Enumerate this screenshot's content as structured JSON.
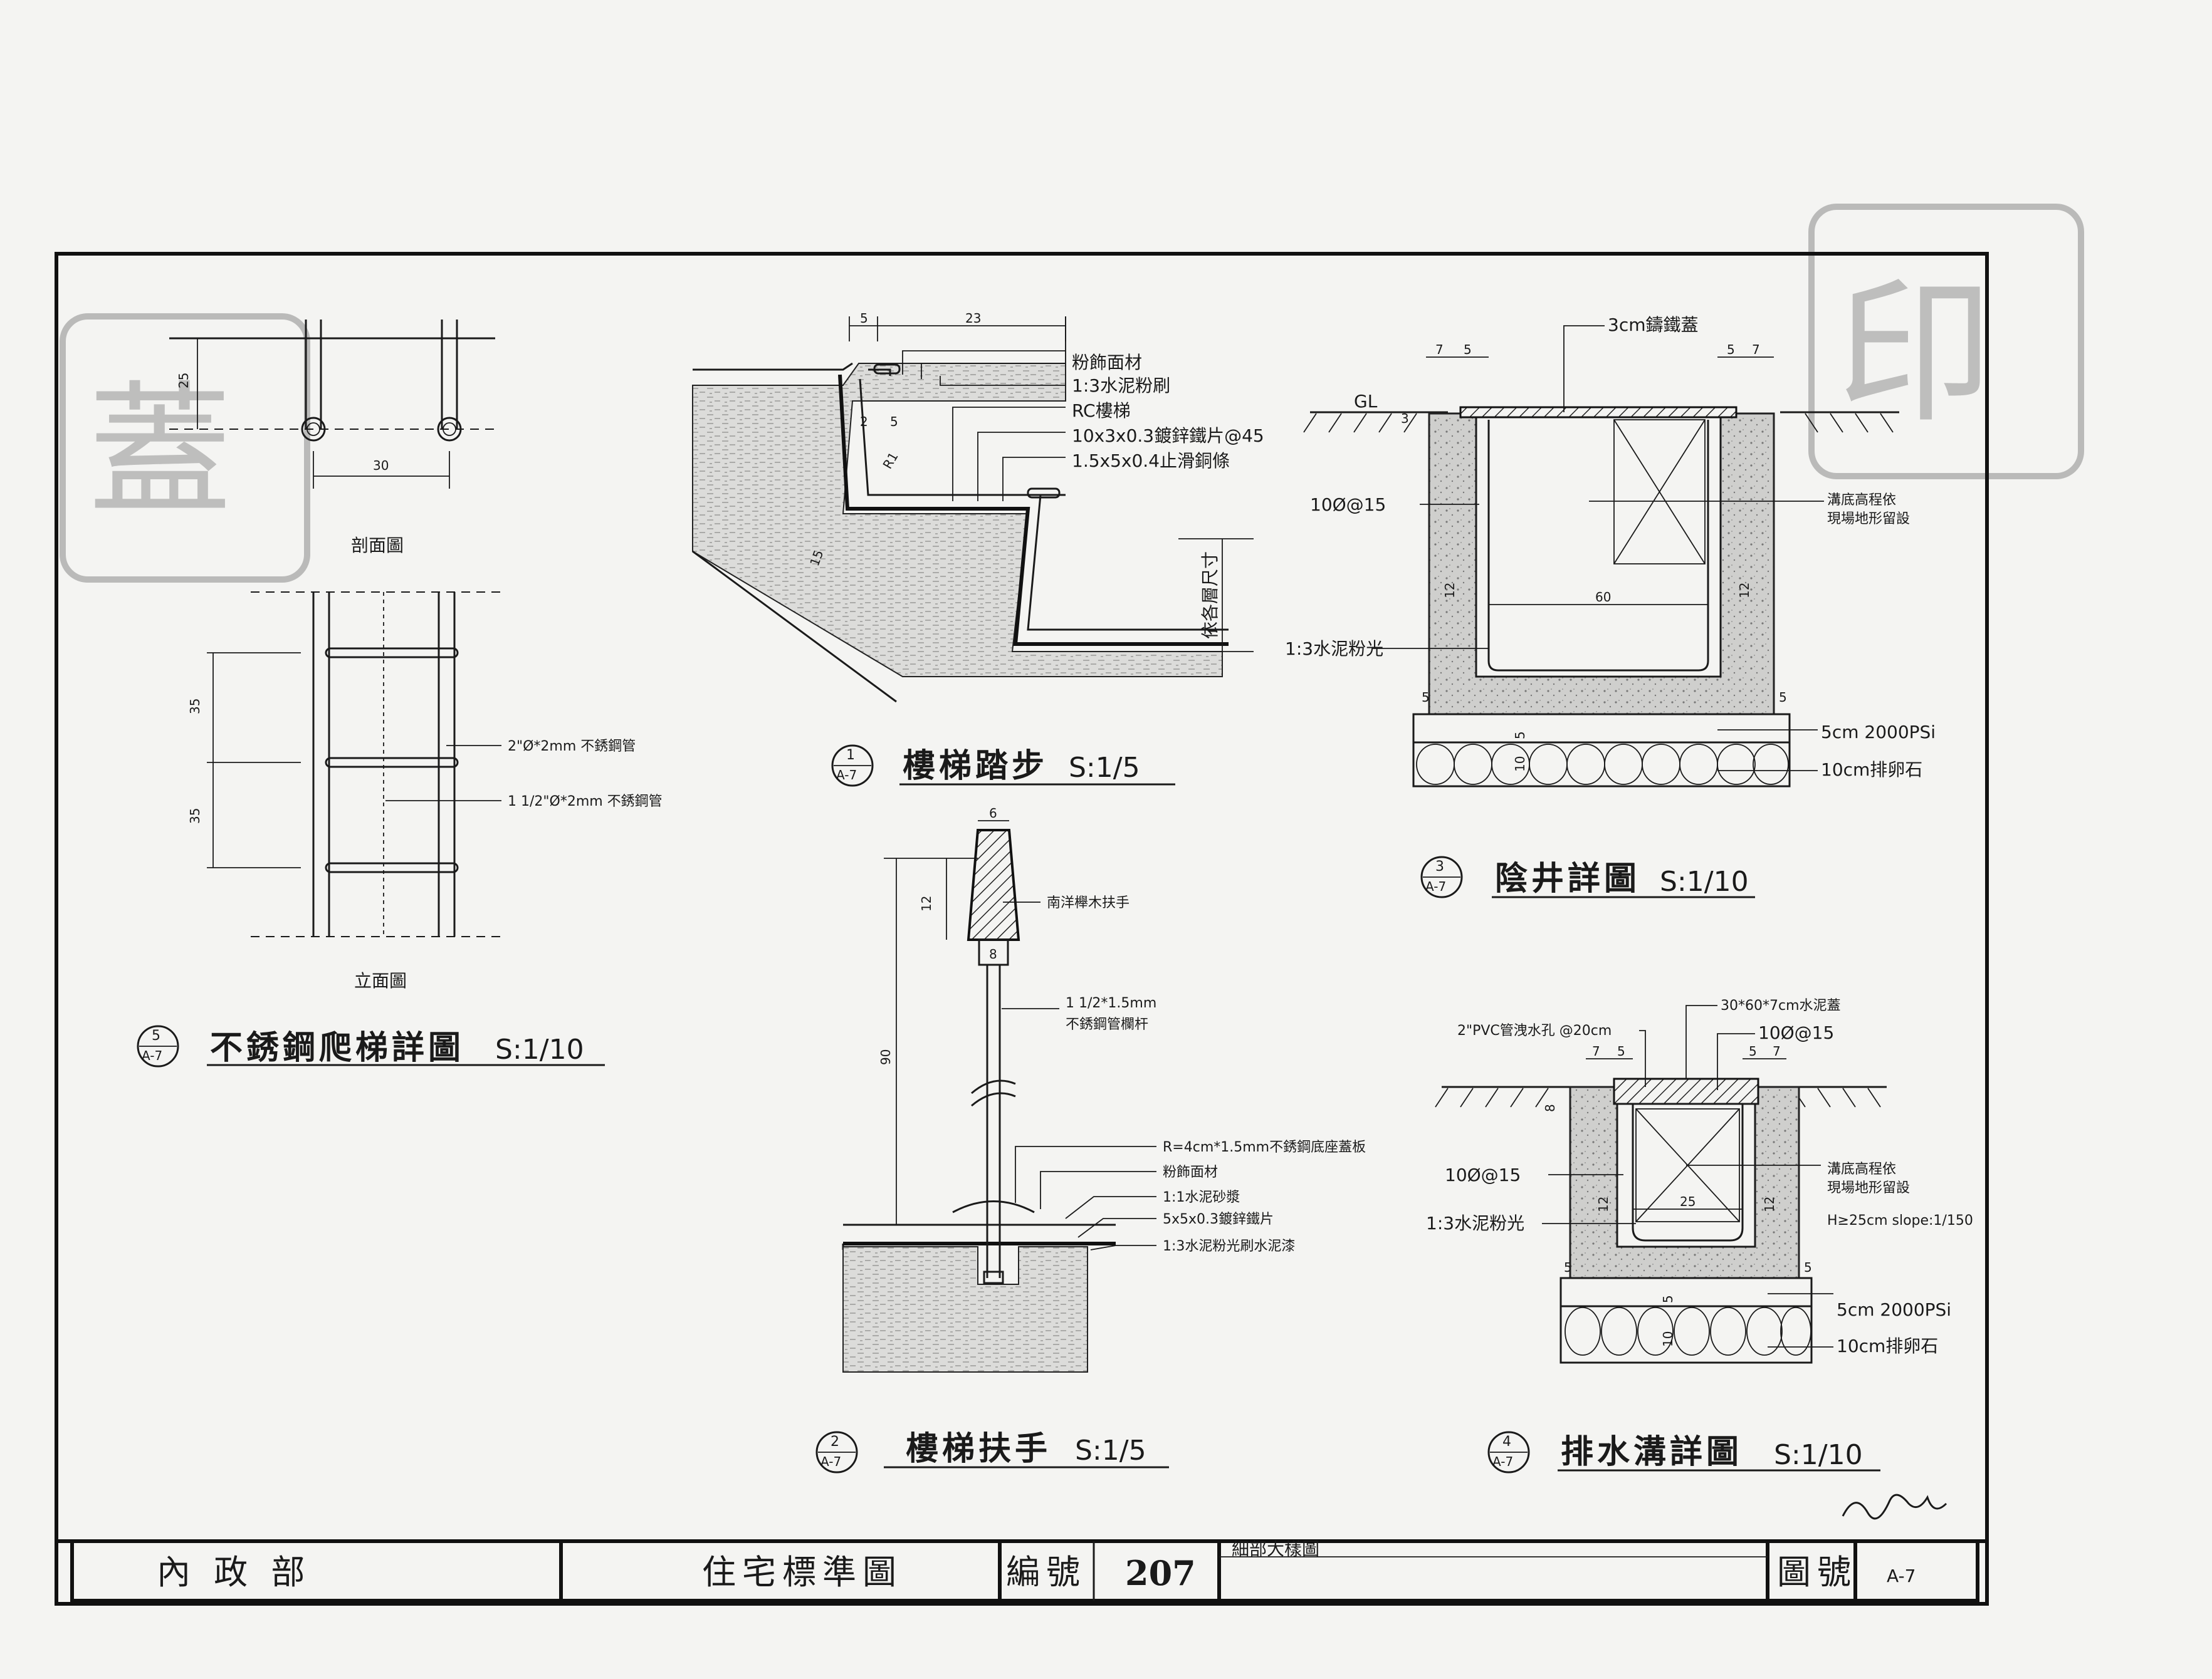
{
  "sheet": {
    "colors": {
      "ink": "#1a1a1a",
      "paper": "#f4f4f2",
      "stamp": "#8a8a8a"
    }
  },
  "detail5": {
    "section_caption": "剖面圖",
    "elevation_caption": "立面圖",
    "dims": {
      "top": "25",
      "spacing": "30",
      "rung1": "35",
      "rung2": "35"
    },
    "callouts": [
      "2\"Ø*2mm 不銹鋼管",
      "1 1/2\"Ø*2mm 不銹鋼管"
    ],
    "number": "5",
    "ref": "A-7",
    "title": "不銹鋼爬梯詳圖",
    "scale": "S:1/10"
  },
  "detail1": {
    "dims": {
      "a": "5",
      "b": "23",
      "c": "2",
      "d": "5",
      "e": "15",
      "r": "R1"
    },
    "callouts": [
      "粉飾面材",
      "1:3水泥粉刷",
      "RC樓梯",
      "10x3x0.3鍍鋅鐵片@45",
      "1.5x5x0.4止滑銅條"
    ],
    "side_note": "依各層尺寸",
    "number": "1",
    "ref": "A-7",
    "title": "樓梯踏步",
    "scale": "S:1/5"
  },
  "detail2": {
    "dims": {
      "w": "6",
      "h": "12",
      "base": "8",
      "height": "90"
    },
    "callouts": [
      "南洋櫸木扶手",
      "1 1/2*1.5mm",
      "不銹鋼管欄杆",
      "R=4cm*1.5mm不銹鋼底座蓋板",
      "粉飾面材",
      "1:1水泥砂漿",
      "5x5x0.3鍍鋅鐵片",
      "1:3水泥粉光刷水泥漆"
    ],
    "number": "2",
    "ref": "A-7",
    "title": "樓梯扶手",
    "scale": "S:1/5"
  },
  "detail3": {
    "cover": "3cm鑄鐵蓋",
    "gl": "GL",
    "rebar": "10Ø@15",
    "finish": "1:3水泥粉光",
    "note1": "溝底高程依",
    "note2": "現場地形留設",
    "dims": {
      "l1": "7",
      "l2": "5",
      "r1": "5",
      "r2": "7",
      "w": "60",
      "t": "3",
      "wall": "12",
      "base": "5",
      "conc": "5",
      "stone": "10"
    },
    "concrete": "5cm  2000PSi",
    "stone_label": "10cm排卵石",
    "number": "3",
    "ref": "A-7",
    "title": "陰井詳圖",
    "scale": "S:1/10"
  },
  "detail4": {
    "cover": "30*60*7cm水泥蓋",
    "pvc": "2\"PVC管洩水孔 @20cm",
    "rebar_top": "10Ø@15",
    "rebar_side": "10Ø@15",
    "finish": "1:3水泥粉光",
    "note1": "溝底高程依",
    "note2": "現場地形留設",
    "note3": "H≥25cm  slope:1/150",
    "dims": {
      "l1": "7",
      "l2": "5",
      "r1": "5",
      "r2": "7",
      "w": "25",
      "h": "8",
      "wall": "12",
      "base": "5",
      "conc": "5",
      "stone": "10"
    },
    "concrete": "5cm  2000PSi",
    "stone_label": "10cm排卵石",
    "number": "4",
    "ref": "A-7",
    "title": "排水溝詳圖",
    "scale": "S:1/10"
  },
  "title_block": {
    "agency": "內 政   部",
    "project": "住宅標準圖",
    "code_label": "編號",
    "code_value": "207",
    "sheet_name": "細部大樣圖",
    "drawing_label": "圖號",
    "drawing_value": "A-7"
  }
}
